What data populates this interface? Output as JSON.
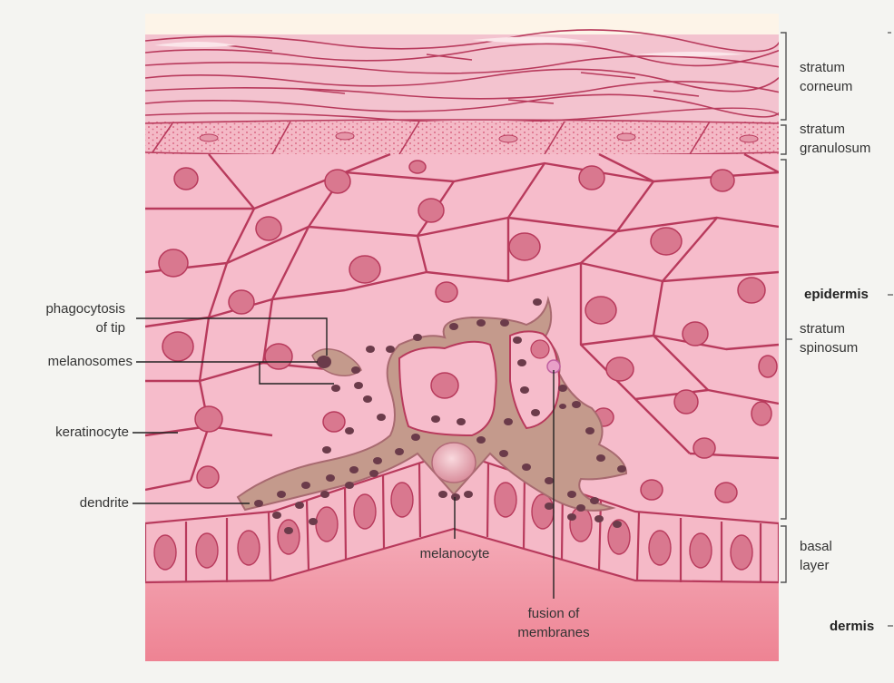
{
  "labels": {
    "left": {
      "phagocytosis_line1": "phagocytosis",
      "phagocytosis_line2": "of tip",
      "melanosomes": "melanosomes",
      "keratinocyte": "keratinocyte",
      "dendrite": "dendrite"
    },
    "bottom": {
      "melanocyte": "melanocyte",
      "fusion_line1": "fusion of",
      "fusion_line2": "membranes"
    },
    "right": {
      "corneum_line1": "stratum",
      "corneum_line2": "corneum",
      "granulosum_line1": "stratum",
      "granulosum_line2": "granulosum",
      "epidermis": "epidermis",
      "spinosum_line1": "stratum",
      "spinosum_line2": "spinosum",
      "basal_line1": "basal",
      "basal_line2": "layer",
      "dermis": "dermis"
    }
  },
  "colors": {
    "corneum": "#f3c3cf",
    "granulosum": "#f4b9c6",
    "cell_fill": "#f6bccb",
    "cell_border": "#b83a5c",
    "nucleus": "#d9788f",
    "melanocyte_body": "#c49a8c",
    "melanosome": "#6b3b4a",
    "dermis": "#ee8a99",
    "background_top": "#fdf4e8"
  }
}
